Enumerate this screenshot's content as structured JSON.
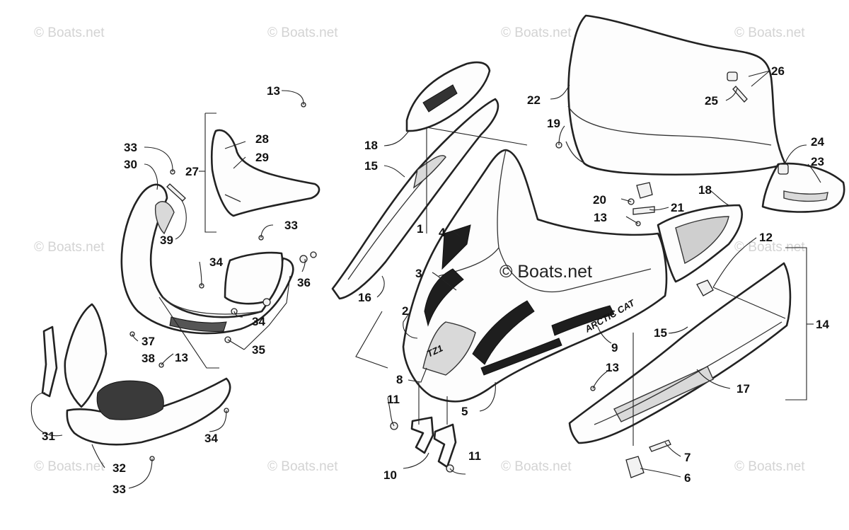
{
  "watermarks": {
    "corner": "© Boats.net",
    "center": "© Boats.net"
  },
  "decal_text": {
    "brand": "ARCTIC CAT",
    "model": "TZ1"
  },
  "callouts": {
    "c1": "1",
    "c2": "2",
    "c3": "3",
    "c4": "4",
    "c5": "5",
    "c6": "6",
    "c7": "7",
    "c8": "8",
    "c9": "9",
    "c10": "10",
    "c11a": "11",
    "c11b": "11",
    "c12": "12",
    "c13a": "13",
    "c13b": "13",
    "c13c": "13",
    "c13d": "13",
    "c14": "14",
    "c15a": "15",
    "c15b": "15",
    "c16": "16",
    "c17": "17",
    "c18a": "18",
    "c18b": "18",
    "c19": "19",
    "c20": "20",
    "c21": "21",
    "c22": "22",
    "c23": "23",
    "c24": "24",
    "c25": "25",
    "c26": "26",
    "c27": "27",
    "c28": "28",
    "c29": "29",
    "c30": "30",
    "c31": "31",
    "c32": "32",
    "c33a": "33",
    "c33b": "33",
    "c33c": "33",
    "c34a": "34",
    "c34b": "34",
    "c34c": "34",
    "c35": "35",
    "c36": "36",
    "c37": "37",
    "c38": "38",
    "c39": "39"
  }
}
